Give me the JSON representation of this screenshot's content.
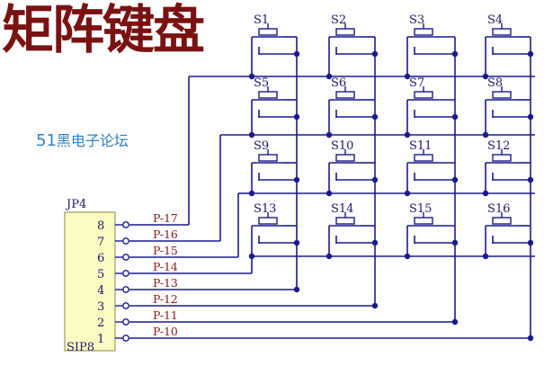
{
  "title": "矩阵键盘",
  "watermark": {
    "num": "51",
    "text": "黑电子论坛"
  },
  "connector": {
    "ref": "JP4",
    "part": "SIP8",
    "pins": [
      "8",
      "7",
      "6",
      "5",
      "4",
      "3",
      "2",
      "1"
    ]
  },
  "nets": [
    "P-17",
    "P-16",
    "P-15",
    "P-14",
    "P-13",
    "P-12",
    "P-11",
    "P-10"
  ],
  "switches": [
    [
      "S1",
      "S2",
      "S3",
      "S4"
    ],
    [
      "S5",
      "S6",
      "S7",
      "S8"
    ],
    [
      "S9",
      "S10",
      "S11",
      "S12"
    ],
    [
      "S13",
      "S14",
      "S15",
      "S16"
    ]
  ],
  "colors": {
    "title": "#7a1212",
    "wire": "#1a1a8c",
    "net_label": "#8b1a1a",
    "connector_fill": "#fbfbc4",
    "watermark": "#2f7fc4"
  }
}
